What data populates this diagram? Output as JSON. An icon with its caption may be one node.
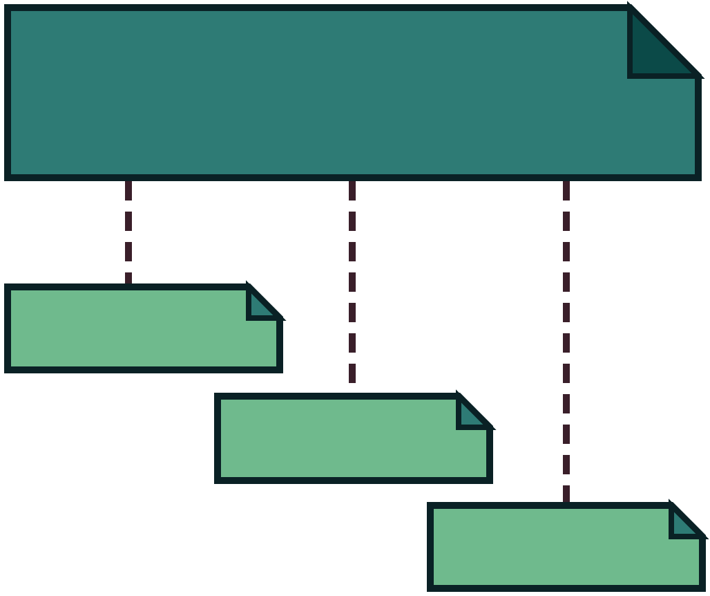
{
  "diagram": {
    "nodes": [
      {
        "text": [],
        "shape": "document"
      },
      {
        "text": [],
        "shape": "document"
      },
      {
        "text": [],
        "shape": "document"
      },
      {
        "text": [],
        "shape": "document"
      }
    ],
    "edges": [
      {
        "from": 0,
        "to": 1,
        "arrow": "none",
        "style": "dashed"
      },
      {
        "from": 0,
        "to": 2,
        "arrow": "none",
        "style": "dashed"
      },
      {
        "from": 0,
        "to": 3,
        "arrow": "none",
        "style": "dashed"
      }
    ]
  }
}
